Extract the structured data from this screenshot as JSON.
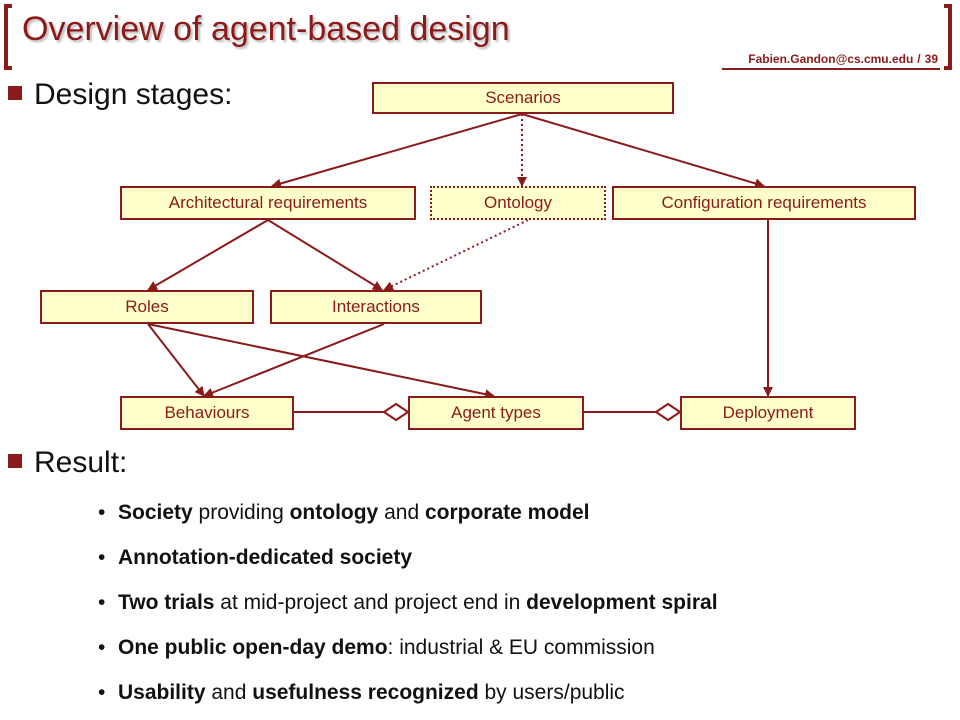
{
  "title": "Overview of agent-based design",
  "header": {
    "email": "Fabien.Gandon@cs.cmu.edu",
    "separator": "/",
    "page": "39"
  },
  "headings": {
    "design_stages": "Design stages:",
    "result": "Result:"
  },
  "colors": {
    "accent": "#8b1a1a",
    "box_fill": "#ffffcc"
  },
  "diagram": {
    "nodes": {
      "scenarios": "Scenarios",
      "arch_req": "Architectural requirements",
      "ontology": "Ontology",
      "config_req": "Configuration requirements",
      "roles": "Roles",
      "interactions": "Interactions",
      "behaviours": "Behaviours",
      "agent_types": "Agent types",
      "deployment": "Deployment"
    }
  },
  "bullets": [
    {
      "segments": [
        {
          "t": "Society",
          "b": true
        },
        {
          "t": " providing ",
          "b": false
        },
        {
          "t": "ontology",
          "b": true
        },
        {
          "t": " and ",
          "b": false
        },
        {
          "t": "corporate model",
          "b": true
        }
      ]
    },
    {
      "segments": [
        {
          "t": "Annotation-dedicated society",
          "b": true
        }
      ]
    },
    {
      "segments": [
        {
          "t": "Two trials",
          "b": true
        },
        {
          "t": " at mid-project and project end in ",
          "b": false
        },
        {
          "t": "development spiral",
          "b": true
        }
      ]
    },
    {
      "segments": [
        {
          "t": "One public open-day demo",
          "b": true
        },
        {
          "t": ": industrial & EU commission",
          "b": false
        }
      ]
    },
    {
      "segments": [
        {
          "t": "Usability",
          "b": true
        },
        {
          "t": " and ",
          "b": false
        },
        {
          "t": "usefulness recognized",
          "b": true
        },
        {
          "t": " by users/public",
          "b": false
        }
      ]
    }
  ]
}
